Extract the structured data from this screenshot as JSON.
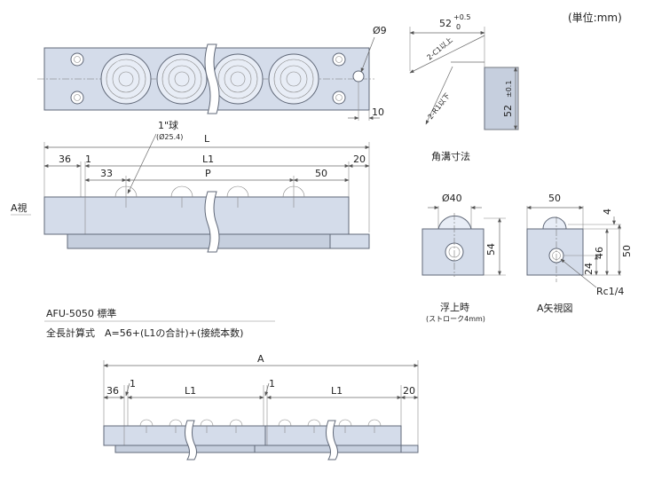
{
  "unit_note": "(単位:mm)",
  "top_view": {
    "hole_dia": "Ø9",
    "edge_dim": "10"
  },
  "side_view": {
    "ball_label": "1\"球",
    "ball_dia": "(Ø25.4)",
    "L": "L",
    "d36": "36",
    "d1": "1",
    "L1": "L1",
    "d20": "20",
    "d33": "33",
    "P": "P",
    "d50": "50",
    "view_label": "A視"
  },
  "groove": {
    "width": "52",
    "tol_upper": "+0.5",
    "tol_lower": "0",
    "height": "52",
    "height_tol": "±0.1",
    "chamfer1": "2-C1以上",
    "chamfer2": "2-R1以下",
    "caption": "角溝寸法"
  },
  "floating": {
    "dia": "Ø40",
    "height": "54",
    "caption": "浮上時",
    "subcaption": "(ストローク4mm)"
  },
  "a_view": {
    "width": "50",
    "d4": "4",
    "d46": "46",
    "d50": "50",
    "d24": "24",
    "port": "Rc1/4",
    "caption": "A矢視図"
  },
  "notes": {
    "model": "AFU-5050 標準",
    "formula": "全長計算式　A=56+(L1の合計)+(接続本数)"
  },
  "bottom_view": {
    "A": "A",
    "d36": "36",
    "d1a": "1",
    "L1a": "L1",
    "d1b": "1",
    "L1b": "L1",
    "d20": "20"
  }
}
